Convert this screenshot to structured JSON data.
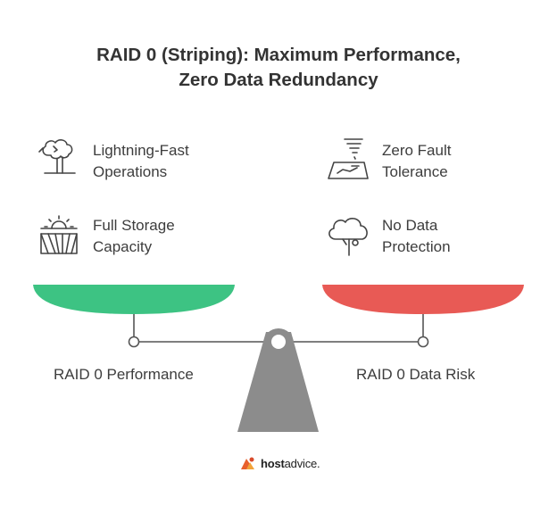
{
  "title": {
    "line1": "RAID 0 (Striping): Maximum Performance,",
    "line2": "Zero Data Redundancy"
  },
  "left_items": [
    {
      "line1": "Lightning-Fast",
      "line2": "Operations",
      "icon": "storm-cloud-icon"
    },
    {
      "line1": "Full Storage",
      "line2": "Capacity",
      "icon": "sunrise-field-icon"
    }
  ],
  "right_items": [
    {
      "line1": "Zero Fault",
      "line2": "Tolerance",
      "icon": "tornado-map-icon"
    },
    {
      "line1": "No Data",
      "line2": "Protection",
      "icon": "broken-cloud-icon"
    }
  ],
  "scale": {
    "left_label": "RAID 0 Performance",
    "right_label": "RAID 0 Data Risk",
    "colors": {
      "left_pan": "#3dc383",
      "right_pan": "#e85a55",
      "fulcrum": "#8c8c8c",
      "beam": "#555555"
    }
  },
  "branding": {
    "bold": "host",
    "light": "advice."
  }
}
